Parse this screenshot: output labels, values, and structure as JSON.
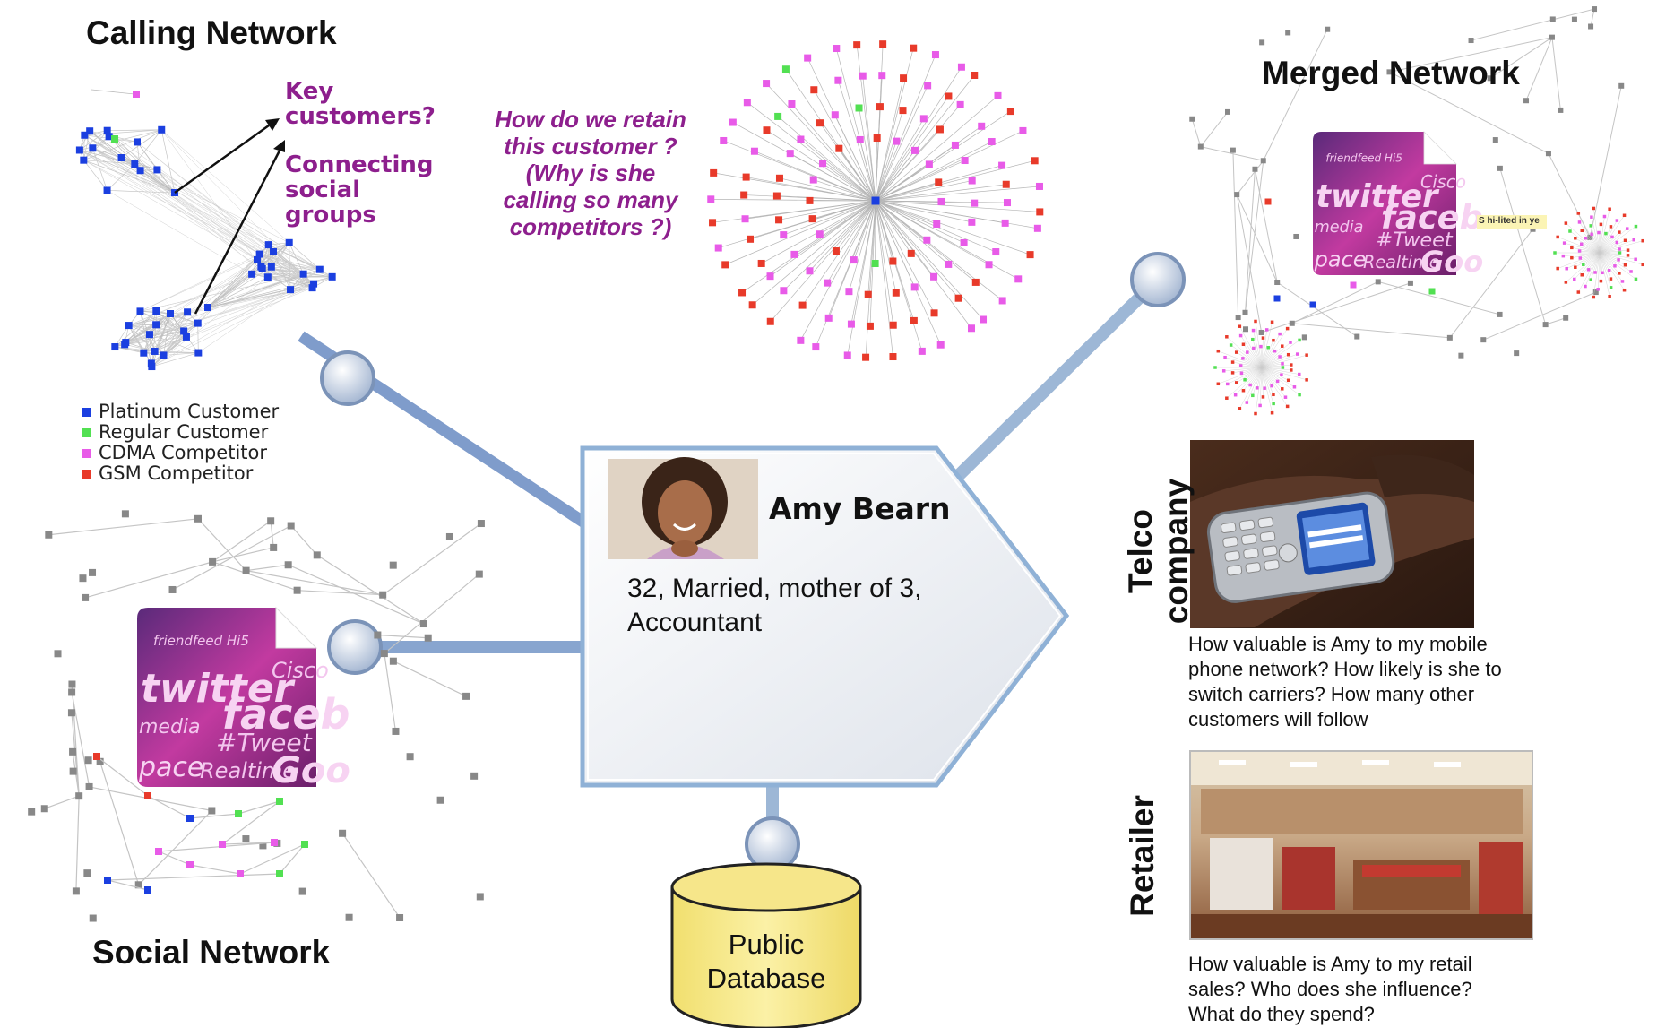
{
  "calling_network": {
    "title": "Calling Network",
    "annotation_1": "Key customers?",
    "annotation_2": "Connecting social groups",
    "legend": [
      {
        "label": "Platinum Customer",
        "color": "#1b3fe0"
      },
      {
        "label": "Regular Customer",
        "color": "#52e052"
      },
      {
        "label": "CDMA Competitor",
        "color": "#e85be8"
      },
      {
        "label": "GSM Competitor",
        "color": "#e83a2a"
      }
    ]
  },
  "retain_question": "How do we retain this customer ? (Why is she calling so many competitors ?)",
  "social_network": {
    "title": "Social Network"
  },
  "merged_network": {
    "title": "Merged Network",
    "tooltip": "S hi-lited in ye"
  },
  "profile": {
    "name": "Amy Bearn",
    "description": "32, Married, mother of 3, Accountant"
  },
  "database": {
    "label": "Public Database"
  },
  "telco": {
    "label": "Telco company",
    "question": "How valuable is Amy to my mobile phone network? How likely is she to switch carriers? How many other customers will follow"
  },
  "retailer": {
    "label": "Retailer",
    "question": "How valuable is Amy to my retail sales? Who does she influence? What do they spend?"
  },
  "social_badge_words": [
    "friendfeed",
    "Hi5",
    "twitter",
    "Cisco",
    "faceb",
    "media",
    "#Tweet",
    "pace",
    "Realtime",
    "Goo"
  ],
  "colors": {
    "platinum": "#1b3fe0",
    "regular": "#52e052",
    "cdma": "#e85be8",
    "gsm": "#e83a2a",
    "node_grey": "#888888",
    "connector": "#9db7d6",
    "database_fill": "#f7e98b"
  },
  "icons": [
    "smartphone-photo",
    "store-interior-photo",
    "woman-portrait-photo",
    "social-media-tag-cloud-icon"
  ]
}
